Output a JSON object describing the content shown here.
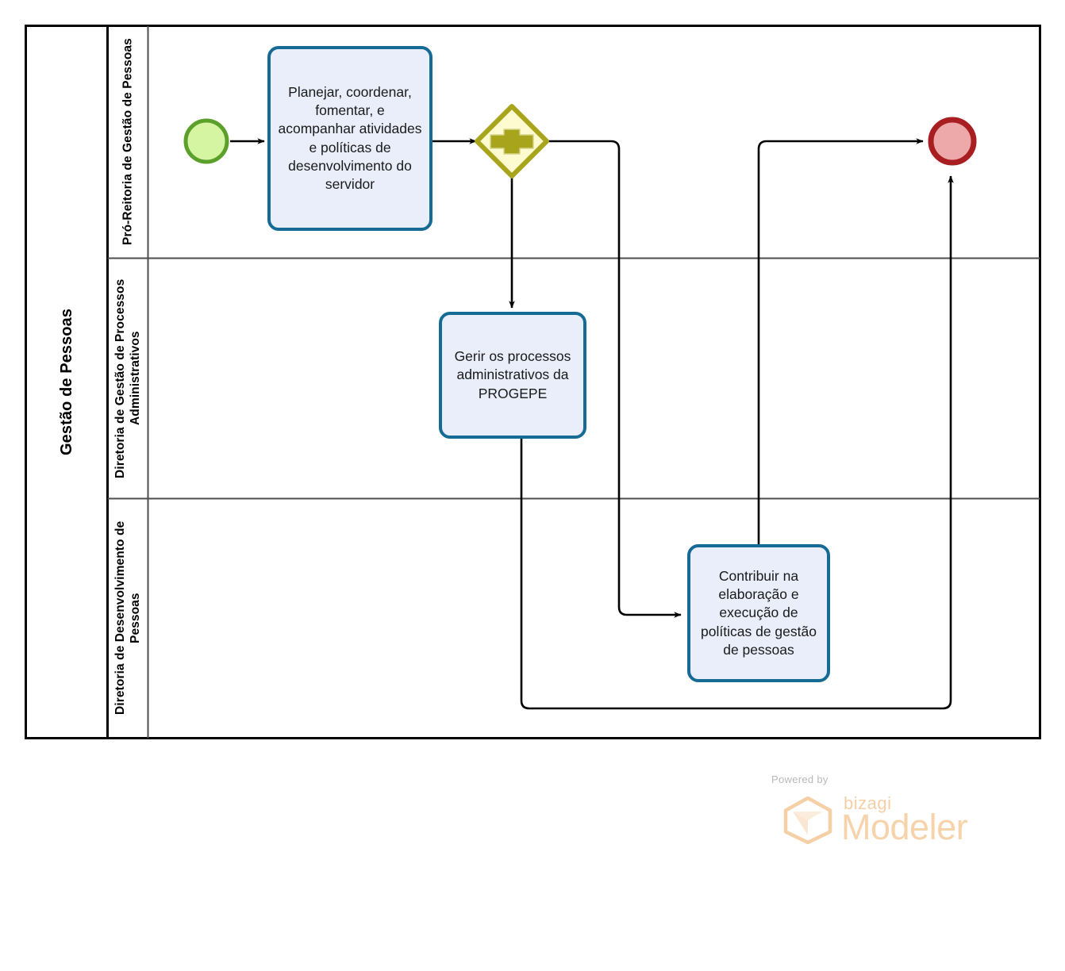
{
  "diagram": {
    "type": "bpmn-pool",
    "pool": {
      "label": "Gestão de Pessoas"
    },
    "lanes": [
      {
        "id": "lane-1",
        "label": "Pró-Reitoria de Gestão de Pessoas"
      },
      {
        "id": "lane-2",
        "label": "Diretoria de Gestão de Processos Administrativos"
      },
      {
        "id": "lane-3",
        "label": "Diretoria de Desenvolvimento de Pessoas"
      }
    ],
    "events": [
      {
        "id": "start-event",
        "kind": "start",
        "lane": "lane-1",
        "fill": "#d6f5a3",
        "stroke": "#5ca02c"
      },
      {
        "id": "end-event",
        "kind": "end",
        "lane": "lane-1",
        "fill": "#eda9a9",
        "stroke": "#a91f21"
      }
    ],
    "gateways": [
      {
        "id": "parallel-gateway",
        "kind": "parallel",
        "lane": "lane-1",
        "symbol": "+",
        "fill": "#fdfbcf",
        "stroke": "#a8a51d"
      }
    ],
    "tasks": [
      {
        "id": "task-planejar",
        "lane": "lane-1",
        "label": "Planejar, coordenar, fomentar, e acompanhar atividades e políticas de desenvolvimento do servidor"
      },
      {
        "id": "task-gerir",
        "lane": "lane-2",
        "label": "Gerir os processos administrativos da PROGEPE"
      },
      {
        "id": "task-contribuir",
        "lane": "lane-3",
        "label": "Contribuir na elaboração e execução de políticas de gestão de pessoas"
      }
    ],
    "colors": {
      "task_fill": "#eaeefb",
      "task_stroke": "#156b94",
      "flow": "#000000",
      "pool_border": "#000000",
      "lane_border": "#4d4d4d"
    }
  },
  "watermark": {
    "powered_by": "Powered by",
    "brand": "bizagi",
    "product": "Modeler"
  }
}
